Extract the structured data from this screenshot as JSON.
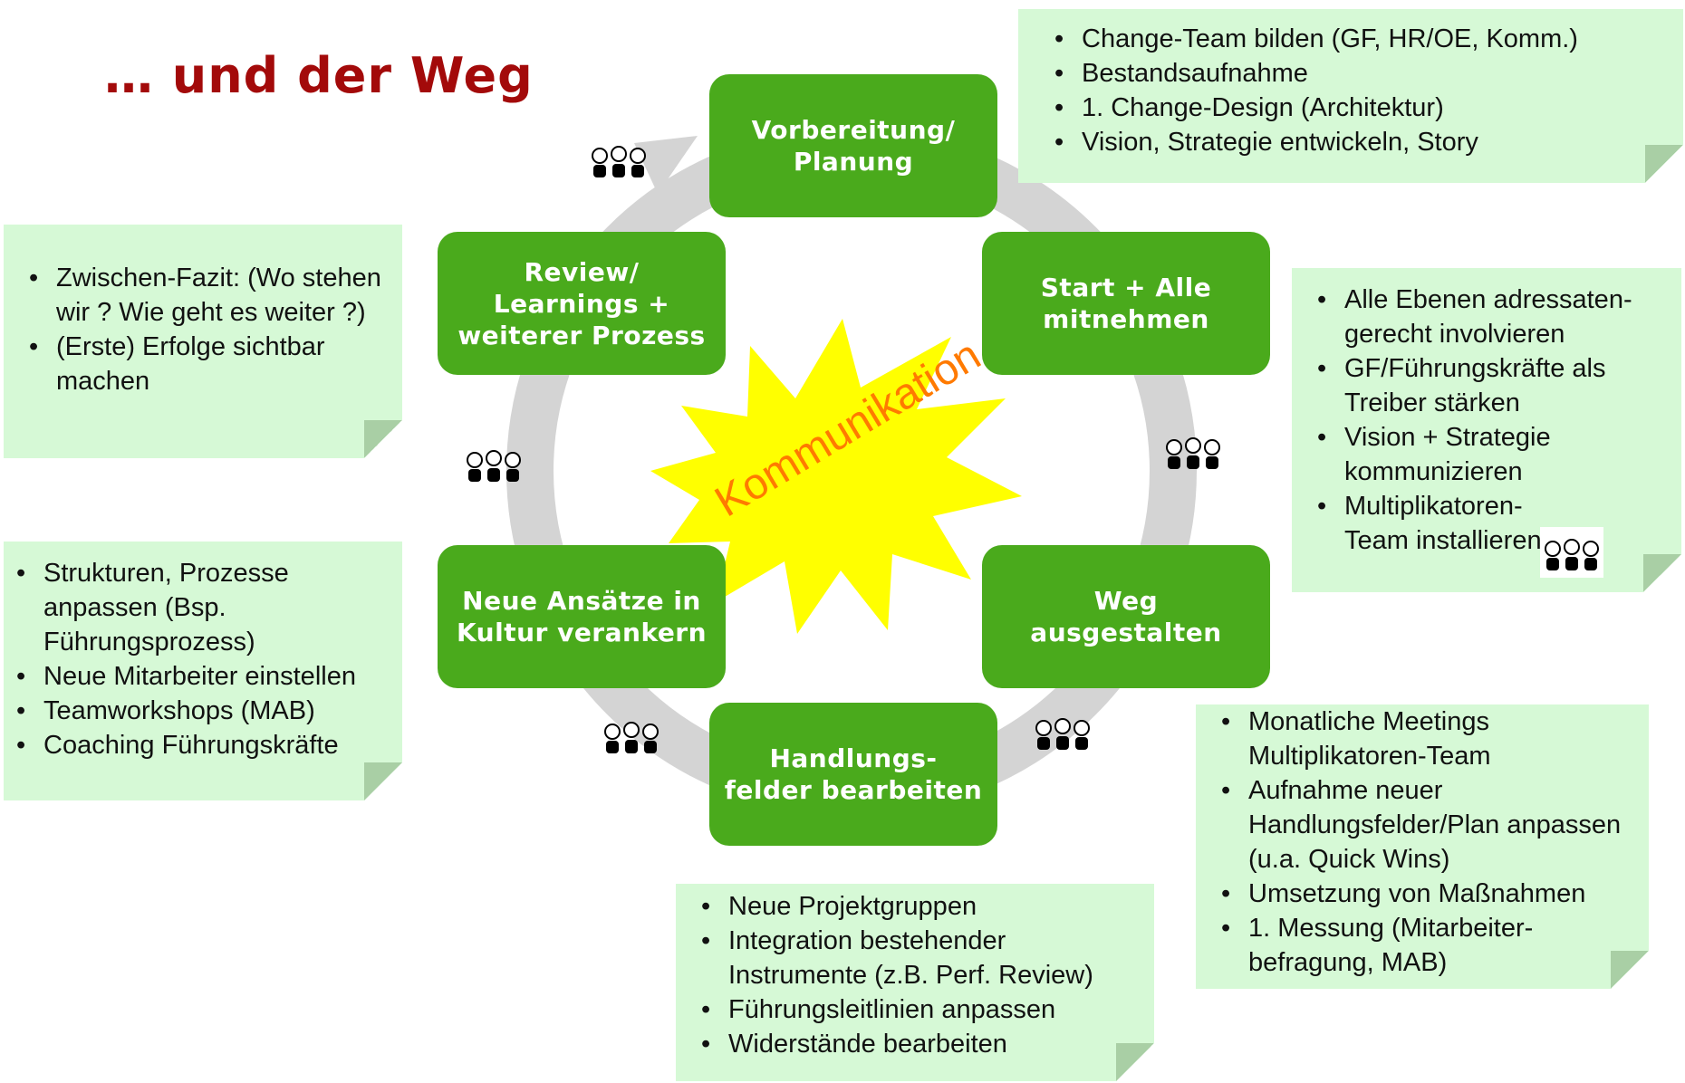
{
  "title": "… und der Weg",
  "center_label": "Kommunikation",
  "phases": {
    "vorbereitung": "Vorbereitung/\nPlanung",
    "start": "Start + Alle\nmitnehmen",
    "weg": "Weg\nausgestalten",
    "handlungsfelder": "Handlungs-\nfelder bearbeiten",
    "kultur": "Neue Ansätze in\nKultur verankern",
    "review": "Review/\nLearnings +\nweiterer Prozess"
  },
  "notes": {
    "top_right": [
      "Change-Team bilden (GF, HR/OE, Komm.)",
      "Bestandsaufnahme",
      "1. Change-Design (Architektur)",
      "Vision, Strategie entwickeln, Story"
    ],
    "right": [
      "Alle Ebenen adressaten-gerecht involvieren",
      "GF/Führungskräfte als Treiber stärken",
      "Vision + Strategie kommunizieren",
      "Multiplikatoren-Team installieren"
    ],
    "bottom_right": [
      "Monatliche Meetings Multiplikatoren-Team",
      "Aufnahme neuer Handlungsfelder/Plan anpassen (u.a. Quick Wins)",
      "Umsetzung von Maßnahmen",
      "1. Messung (Mitarbeiter-befragung, MAB)"
    ],
    "bottom_center": [
      "Neue Projektgruppen",
      "Integration bestehender Instrumente (z.B. Perf. Review)",
      "Führungsleitlinien anpassen",
      "Widerstände bearbeiten"
    ],
    "left_bottom": [
      "Strukturen, Prozesse anpassen (Bsp. Führungsprozess)",
      "Neue Mitarbeiter einstellen",
      "Teamworkshops (MAB)",
      "Coaching Führungskräfte"
    ],
    "left_top": [
      "Zwischen-Fazit: (Wo stehen wir ? Wie geht es weiter ?)",
      "(Erste) Erfolge sichtbar machen"
    ]
  },
  "colors": {
    "title": "#a30a0a",
    "phase": "#4aaa1c",
    "note": "#d6f9d6",
    "starburst": "#ffff00",
    "center_label": "#ff7a00",
    "cycle_arrow": "#d4d4d4"
  },
  "icons": [
    "people-group-icon",
    "cycle-arrow-icon",
    "starburst-icon"
  ]
}
